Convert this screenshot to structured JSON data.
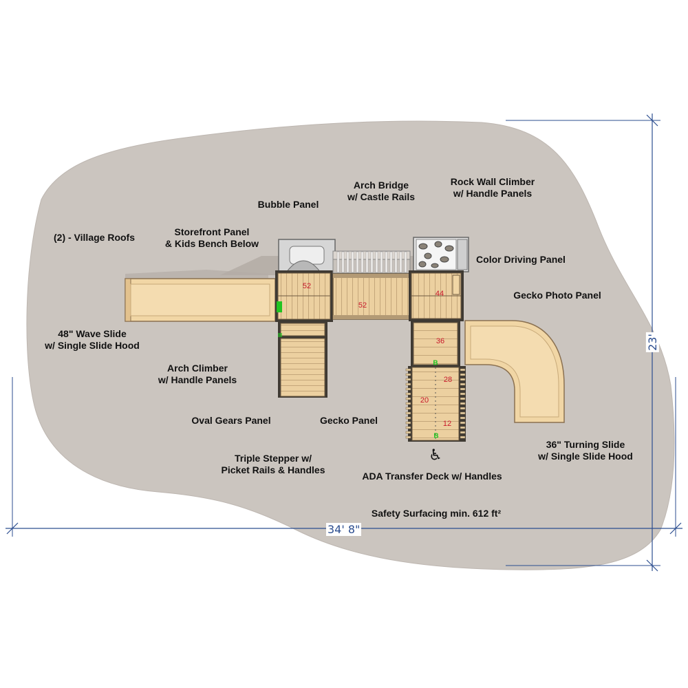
{
  "labels": {
    "village_roofs": "(2) - Village Roofs",
    "storefront_1": "Storefront Panel",
    "storefront_2": "& Kids Bench Below",
    "bubble_panel": "Bubble Panel",
    "arch_bridge_1": "Arch Bridge",
    "arch_bridge_2": "w/ Castle Rails",
    "rock_wall_1": "Rock Wall Climber",
    "rock_wall_2": "w/ Handle Panels",
    "color_driving": "Color Driving Panel",
    "gecko_photo": "Gecko Photo Panel",
    "wave_slide_1": "48\" Wave Slide",
    "wave_slide_2": "w/ Single Slide Hood",
    "arch_climber_1": "Arch Climber",
    "arch_climber_2": "w/ Handle Panels",
    "oval_gears": "Oval Gears Panel",
    "gecko_panel": "Gecko Panel",
    "triple_stepper_1": "Triple Stepper w/",
    "triple_stepper_2": "Picket Rails & Handles",
    "ada_deck": "ADA Transfer Deck w/ Handles",
    "turning_slide_1": "36\" Turning Slide",
    "turning_slide_2": "w/ Single Slide Hood",
    "safety_surfacing": "Safety Surfacing min. 612 ft²"
  },
  "dimensions": {
    "width": "34' 8\"",
    "depth": "23'"
  },
  "deck_heights": {
    "left_deck": "52",
    "bridge": "52",
    "right_deck": "44",
    "transfer_top": "36",
    "transfer_mid": "28",
    "transfer_low": "20",
    "transfer_bottom": "12"
  },
  "markers": {
    "b_top": "B",
    "b_bottom": "B",
    "accessibility_symbol": "♿"
  },
  "colors": {
    "surfacing": "#cbc5bf",
    "wood": "#ecd0a0",
    "slide": "#f1d6a5",
    "dimension_line": "#2b4d8f",
    "height_numbers": "#c8182a",
    "b_marker": "#22c422"
  }
}
